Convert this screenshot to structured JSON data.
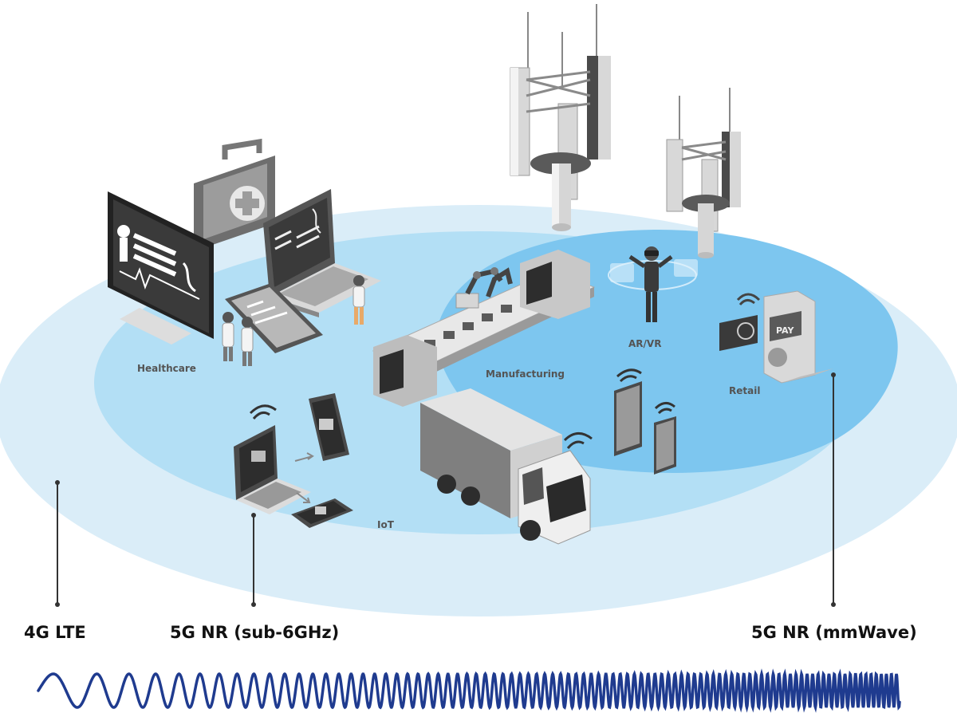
{
  "colors": {
    "lte_zone": "#daedf8",
    "sub6_zone": "#b3dff5",
    "mmwave_zone": "#7dc6ef",
    "wave": "#1f3b8f",
    "device_dark": "#4a4a4a",
    "device_light": "#e6e6e6"
  },
  "zones": {
    "healthcare": "Healthcare",
    "manufacturing": "Manufacturing",
    "arvr": "AR/VR",
    "retail": "Retail",
    "iot": "IoT"
  },
  "bands": {
    "lte": "4G LTE",
    "sub6": "5G NR (sub-6GHz)",
    "mmwave": "5G NR (mmWave)"
  },
  "retail": {
    "pay_label": "PAY"
  },
  "icons": [
    "cell-tower-icon",
    "medical-kit-icon",
    "laptop-icon",
    "monitor-icon",
    "robot-arm-icon",
    "truck-icon",
    "vr-user-icon",
    "payment-terminal-icon",
    "smartphone-icon",
    "tablet-icon",
    "wifi-icon"
  ]
}
